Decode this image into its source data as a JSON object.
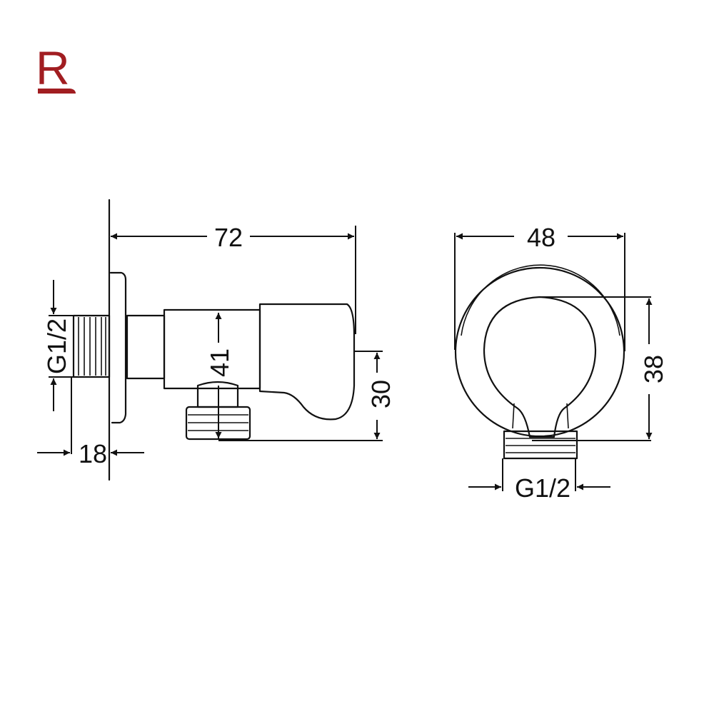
{
  "brand": {
    "logo_letter": "R",
    "color": "#a11d21"
  },
  "side_view": {
    "dimensions": {
      "overall_length": "72",
      "inlet_thread": "G1/2",
      "height_to_outlet": "41",
      "outlet_drop": "30",
      "thread_length": "18"
    }
  },
  "front_view": {
    "dimensions": {
      "flange_diameter": "48",
      "handle_height": "38",
      "outlet_thread": "G1/2"
    }
  },
  "line_color": "#111111",
  "background": "#ffffff"
}
